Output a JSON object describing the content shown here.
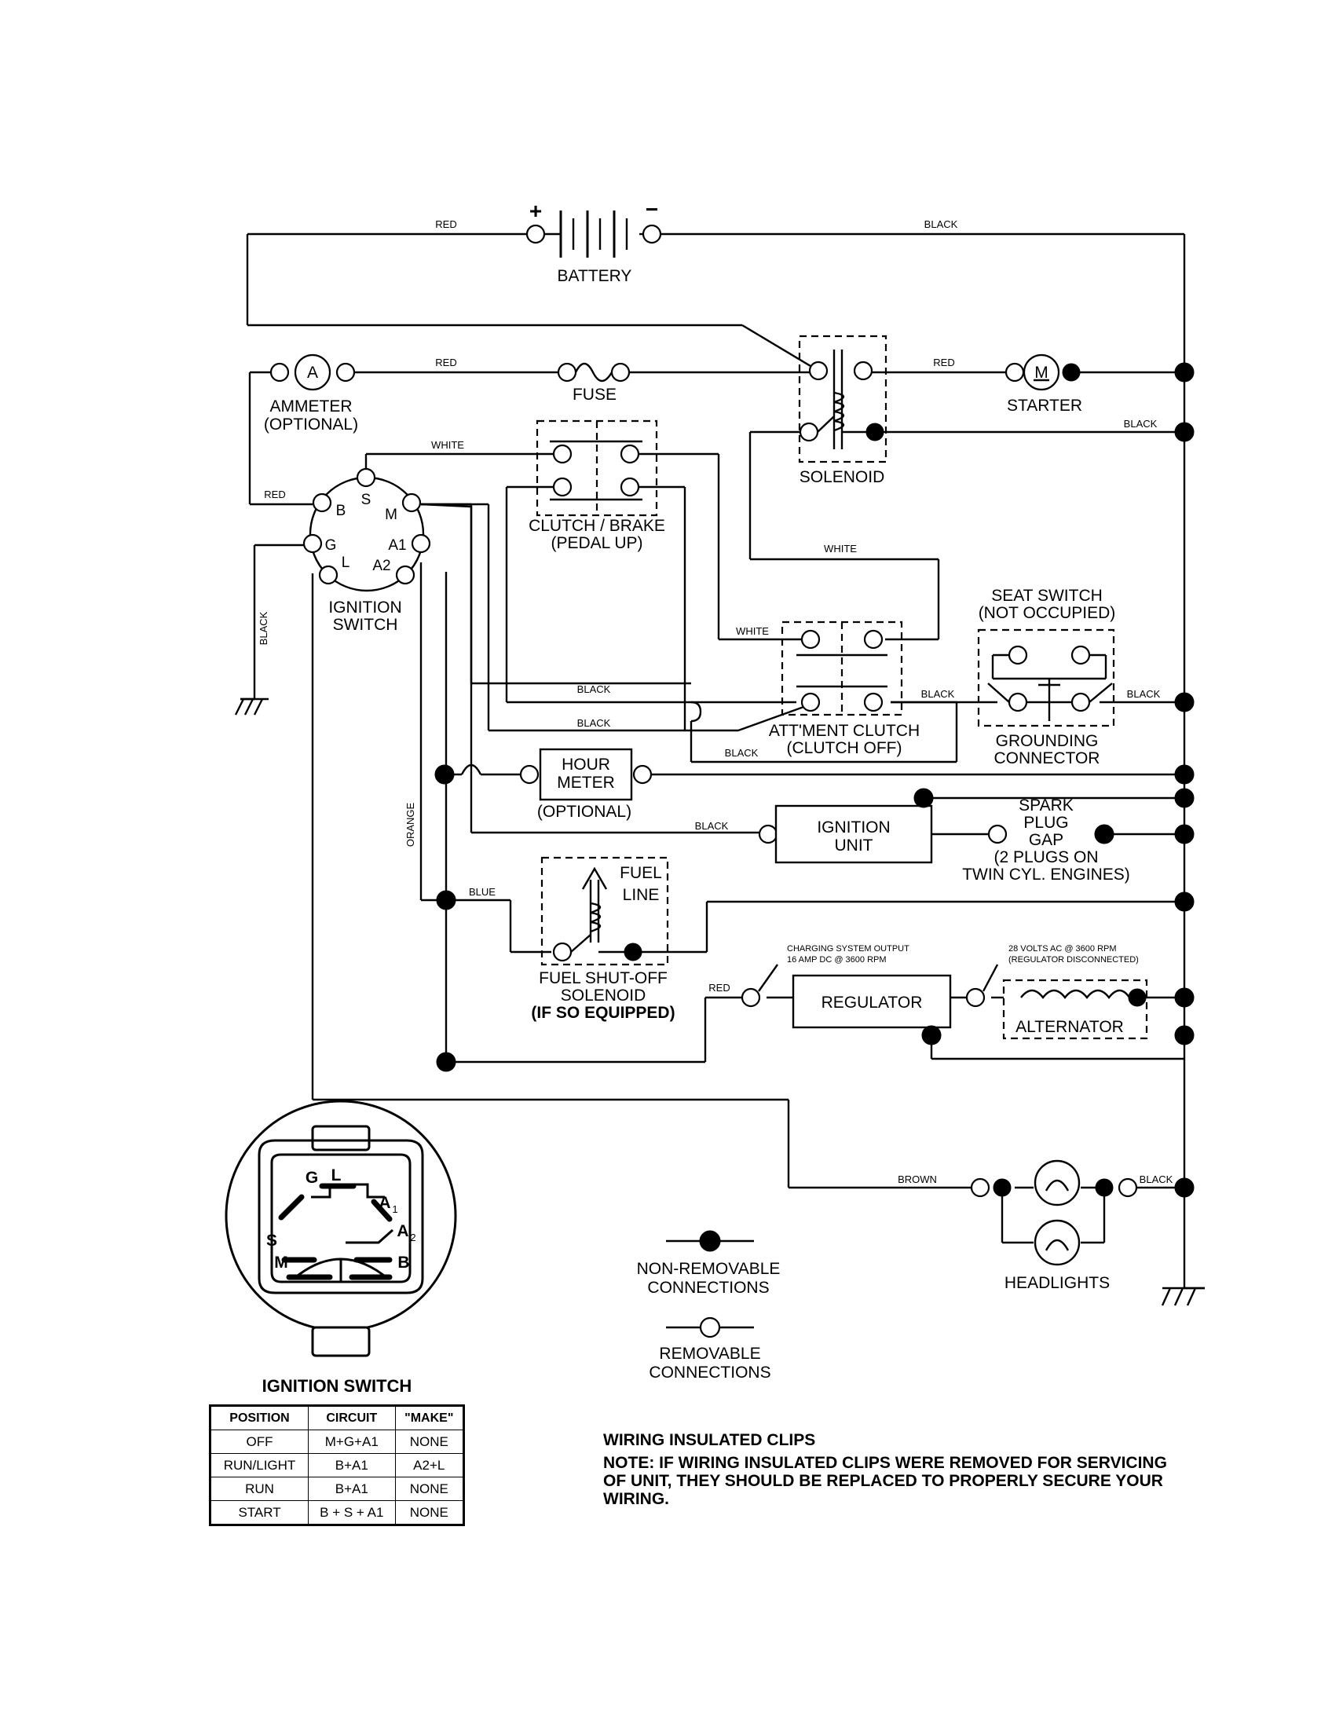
{
  "components": {
    "battery": "BATTERY",
    "battery_plus": "+",
    "battery_minus": "−",
    "ammeter_symbol": "A",
    "ammeter": [
      "AMMETER",
      "(OPTIONAL)"
    ],
    "fuse": "FUSE",
    "solenoid": "SOLENOID",
    "starter_symbol": "M",
    "starter": "STARTER",
    "clutch_brake": [
      "CLUTCH / BRAKE",
      "(PEDAL UP)"
    ],
    "ignition_switch": [
      "IGNITION",
      "SWITCH"
    ],
    "ignition_pins": {
      "b": "B",
      "s": "S",
      "m": "M",
      "g": "G",
      "a1": "A1",
      "l": "L",
      "a2": "A2"
    },
    "seat_switch": [
      "SEAT SWITCH",
      "(NOT OCCUPIED)"
    ],
    "grounding_connector": [
      "GROUNDING",
      "CONNECTOR"
    ],
    "attment_clutch": [
      "ATT'MENT CLUTCH",
      "(CLUTCH OFF)"
    ],
    "hour_meter": [
      "HOUR",
      "METER"
    ],
    "hour_meter_optional": "(OPTIONAL)",
    "ignition_unit": [
      "IGNITION",
      "UNIT"
    ],
    "spark_plug": [
      "SPARK",
      "PLUG",
      "GAP",
      "(2 PLUGS ON",
      "TWIN CYL. ENGINES)"
    ],
    "fuel_line": [
      "FUEL",
      "LINE"
    ],
    "fuel_solenoid": [
      "FUEL SHUT-OFF",
      "SOLENOID",
      "(IF SO EQUIPPED)"
    ],
    "charging_output": [
      "CHARGING SYSTEM OUTPUT",
      "16 AMP DC @ 3600 RPM"
    ],
    "alternator_ac": [
      "28 VOLTS AC @ 3600 RPM",
      "(REGULATOR DISCONNECTED)"
    ],
    "regulator": "REGULATOR",
    "alternator": "ALTERNATOR",
    "headlights": "HEADLIGHTS"
  },
  "wires": {
    "red": "RED",
    "black": "BLACK",
    "white": "WHITE",
    "orange": "ORANGE",
    "blue": "BLUE",
    "brown": "BROWN"
  },
  "legend": {
    "non_removable": [
      "NON-REMOVABLE",
      "CONNECTIONS"
    ],
    "removable": [
      "REMOVABLE",
      "CONNECTIONS"
    ]
  },
  "switch_face": {
    "g": "G",
    "l": "L",
    "a1": "A",
    "a1_sub": "1",
    "a2": "A",
    "a2_sub": "2",
    "s": "S",
    "m": "M",
    "b": "B"
  },
  "ignition_table": {
    "title": "IGNITION SWITCH",
    "headers": [
      "POSITION",
      "CIRCUIT",
      "\"MAKE\""
    ],
    "rows": [
      [
        "OFF",
        "M+G+A1",
        "NONE"
      ],
      [
        "RUN/LIGHT",
        "B+A1",
        "A2+L"
      ],
      [
        "RUN",
        "B+A1",
        "NONE"
      ],
      [
        "START",
        "B + S + A1",
        "NONE"
      ]
    ]
  },
  "notes": {
    "title": "WIRING INSULATED CLIPS",
    "label": "NOTE:",
    "text": "IF WIRING INSULATED CLIPS WERE REMOVED FOR SERVICING OF UNIT, THEY SHOULD BE REPLACED TO PROPERLY SECURE YOUR WIRING."
  }
}
